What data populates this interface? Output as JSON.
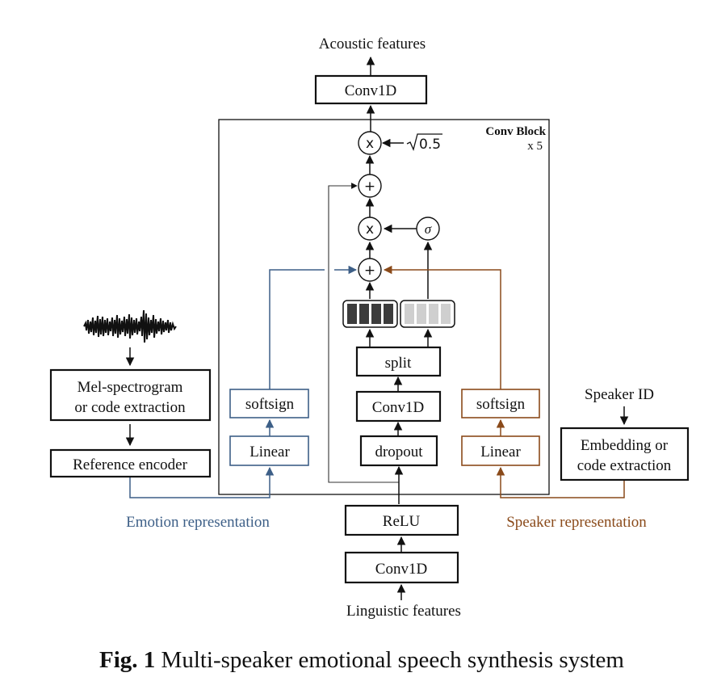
{
  "io": {
    "acoustic_features": "Acoustic features",
    "linguistic_features": "Linguistic features",
    "speaker_id": "Speaker ID"
  },
  "blocks": {
    "conv1d_top": "Conv1D",
    "conv1d_block": "Conv1D",
    "conv1d_bottom": "Conv1D",
    "relu": "ReLU",
    "dropout": "dropout",
    "split": "split",
    "softsign_left": "softsign",
    "linear_left": "Linear",
    "softsign_right": "softsign",
    "linear_right": "Linear",
    "mel_line1": "Mel-spectrogram",
    "mel_line2": "or code extraction",
    "reference_encoder": "Reference encoder",
    "embedding_line1": "Embedding or",
    "embedding_line2": "code extraction"
  },
  "conv_block": {
    "title": "Conv Block",
    "repeat": "x 5"
  },
  "operators": {
    "multiply": "x",
    "add": "+",
    "sigma": "σ",
    "scale_value": "0.5"
  },
  "representations": {
    "emotion": "Emotion representation",
    "speaker": "Speaker representation"
  },
  "caption": {
    "label": "Fig. 1",
    "text": " Multi-speaker emotional speech synthesis system"
  },
  "colors": {
    "emotion": "#3d5f87",
    "speaker": "#8a4a1a"
  }
}
